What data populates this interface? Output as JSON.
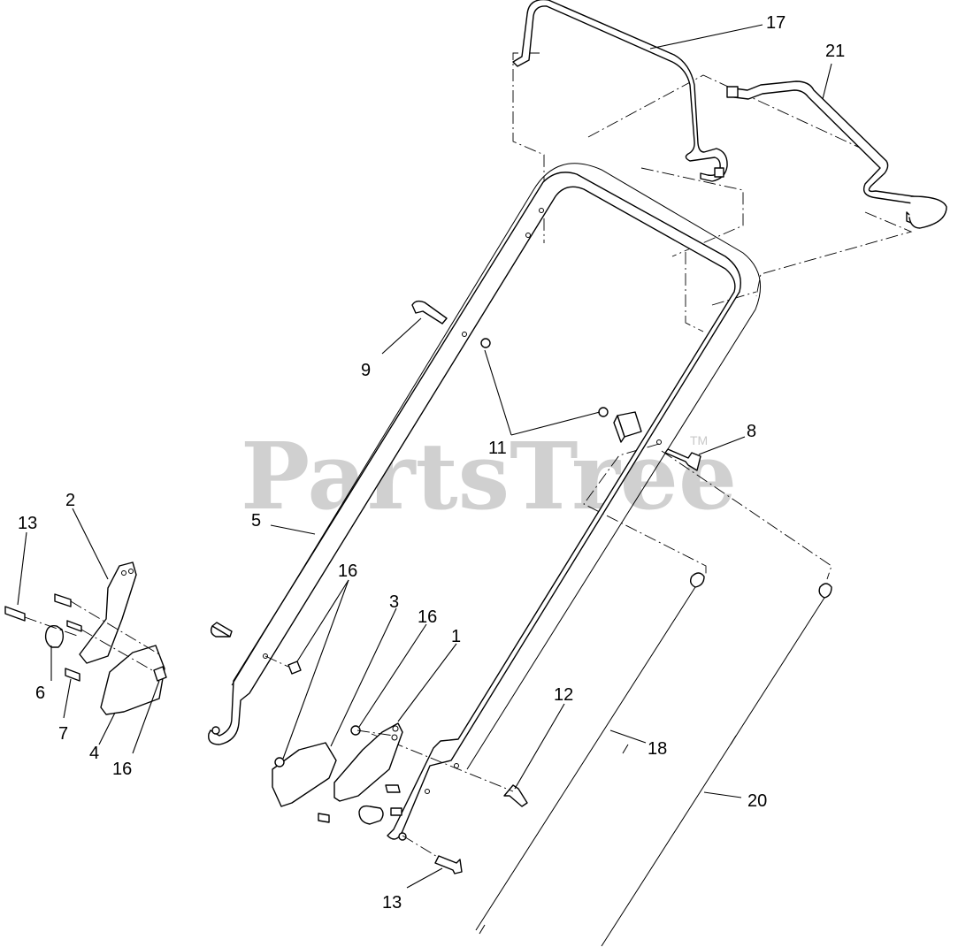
{
  "watermark": {
    "text": "PartsTree",
    "trademark": "TM"
  },
  "callouts": {
    "c1": "1",
    "c2": "2",
    "c3": "3",
    "c4": "4",
    "c5": "5",
    "c6": "6",
    "c7": "7",
    "c8": "8",
    "c9": "9",
    "c11": "11",
    "c12": "12",
    "c13a": "13",
    "c13b": "13",
    "c16a": "16",
    "c16b": "16",
    "c16c": "16",
    "c17": "17",
    "c18": "18",
    "c20": "20",
    "c21": "21"
  }
}
